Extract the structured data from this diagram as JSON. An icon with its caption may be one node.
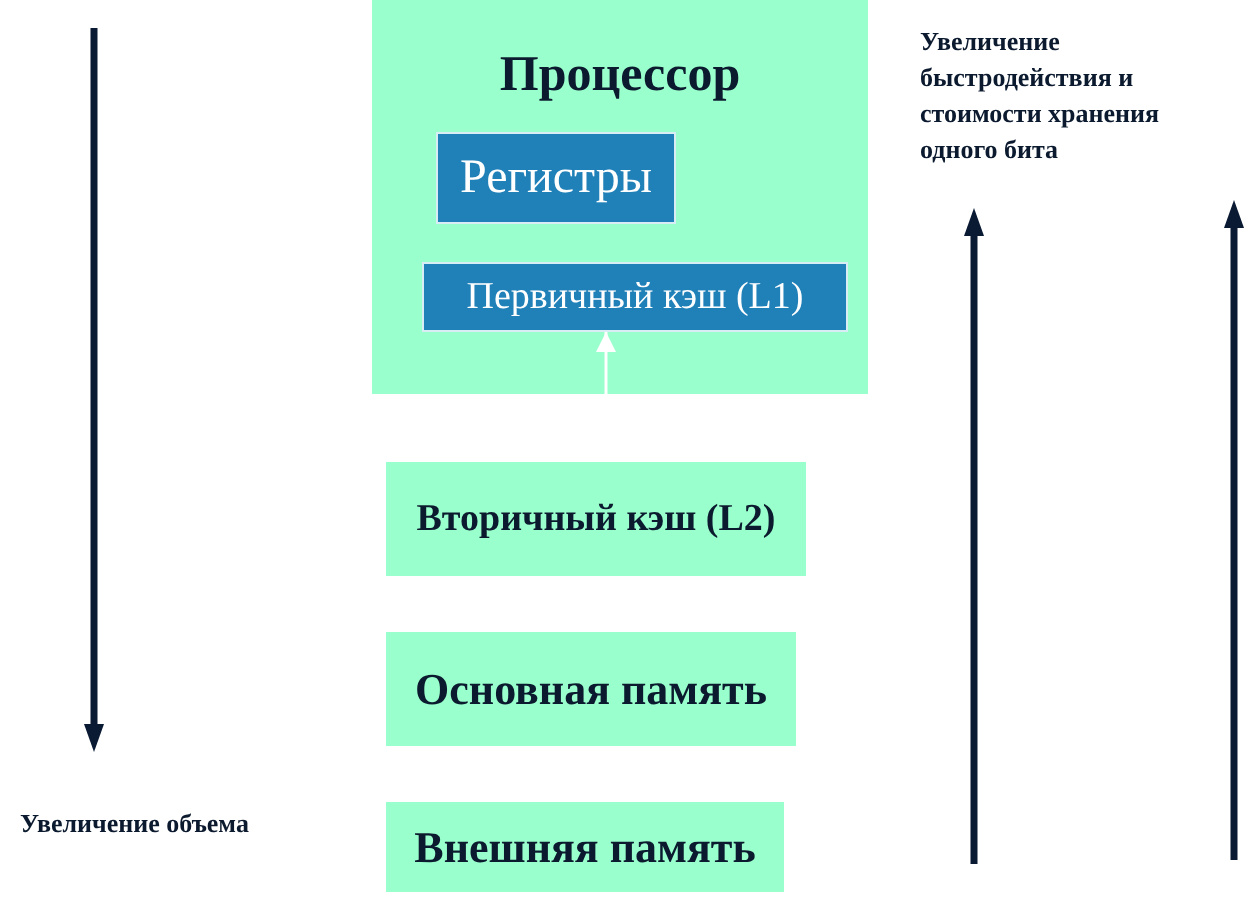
{
  "diagram": {
    "nodes": [
      {
        "text": [
          "Процессор"
        ]
      },
      {
        "text": [
          "Регистры"
        ],
        "in": 0
      },
      {
        "text": [
          "Первичный кэш (L1)"
        ],
        "in": 0
      },
      {
        "text": [
          "Вторичный кэш (L2)"
        ]
      },
      {
        "text": [
          "Основная память"
        ]
      },
      {
        "text": [
          "Внешняя память"
        ]
      }
    ],
    "edges": [
      {
        "from": null,
        "to": 2,
        "arrow": "to",
        "color": "#ffffff"
      }
    ],
    "labels": [
      "Увеличение быстродействия и стоимости хранения одного бита",
      "Увеличение объема"
    ]
  }
}
